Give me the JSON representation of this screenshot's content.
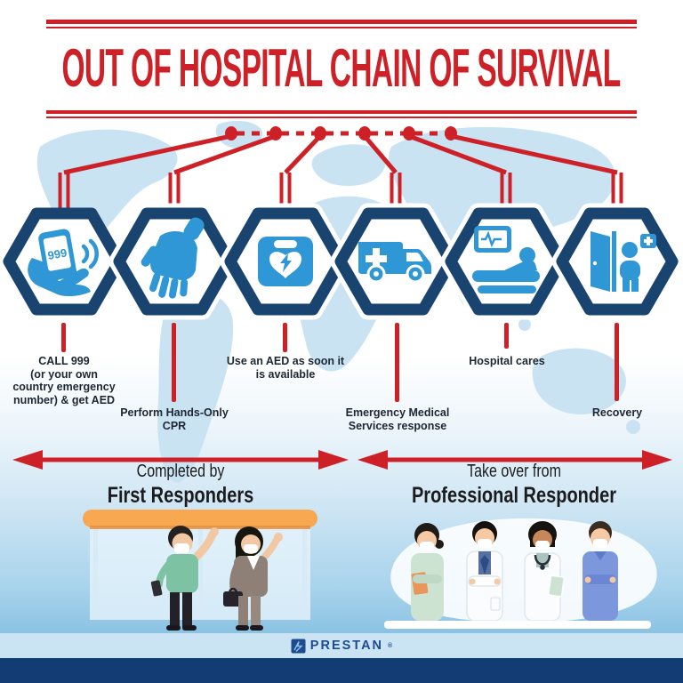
{
  "title": "OUT OF HOSPITAL CHAIN OF SURVIVAL",
  "steps": [
    {
      "name": "call-999",
      "icon": "phone-call-999-icon",
      "phone_display": "999",
      "label": "CALL 999\n(or your own\ncountry emergency\nnumber) & get AED"
    },
    {
      "name": "hands-only-cpr",
      "icon": "cpr-hands-icon",
      "label": "Perform Hands-Only\nCPR"
    },
    {
      "name": "use-aed",
      "icon": "aed-device-icon",
      "label": "Use an AED as soon it\nis available"
    },
    {
      "name": "ems-response",
      "icon": "ambulance-icon",
      "label": "Emergency Medical\nServices response"
    },
    {
      "name": "hospital-care",
      "icon": "hospital-bed-icon",
      "label": "Hospital cares"
    },
    {
      "name": "recovery",
      "icon": "recovery-door-icon",
      "label": "Recovery"
    }
  ],
  "phases": [
    {
      "line1": "Completed by",
      "line2": "First Responders"
    },
    {
      "line1": "Take over from",
      "line2": "Professional Responder"
    }
  ],
  "footer": {
    "brand": "PRESTAN",
    "registered_mark": "®"
  },
  "colors": {
    "accent_red": "#CE2127",
    "chain_navy": "#1A4470",
    "icon_blue": "#2F97D5",
    "map_blue": "#C9E3F3",
    "text_dark": "#1D2733",
    "footer_band_light": "#CBE4F4",
    "footer_band_dark": "#143C74",
    "brand_navy": "#1E4B8F",
    "shelter_roof_orange": "#F8A850"
  }
}
